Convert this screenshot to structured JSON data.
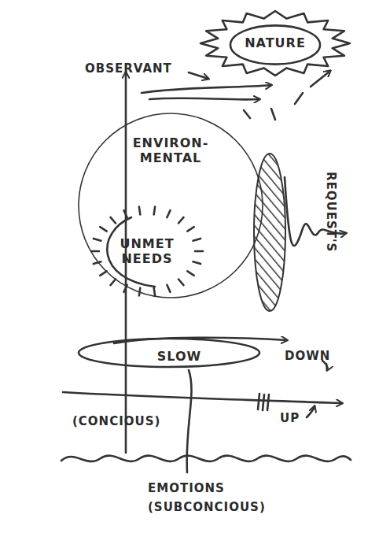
{
  "diagram": {
    "nodes": [
      {
        "text": [
          "NATURE"
        ]
      },
      {
        "text": [
          "ENVIRON- MENTAL"
        ]
      },
      {
        "text": [
          "UNMET NEEDS"
        ],
        "in": 1
      },
      {
        "text": [
          "SLOW"
        ]
      }
    ],
    "labels": [
      "OBSERVANT",
      "REQUEST'S",
      "DOWN",
      "(CONCIOUS)",
      "UP",
      "EMOTIONS (SUBCONCIOUS)"
    ]
  }
}
